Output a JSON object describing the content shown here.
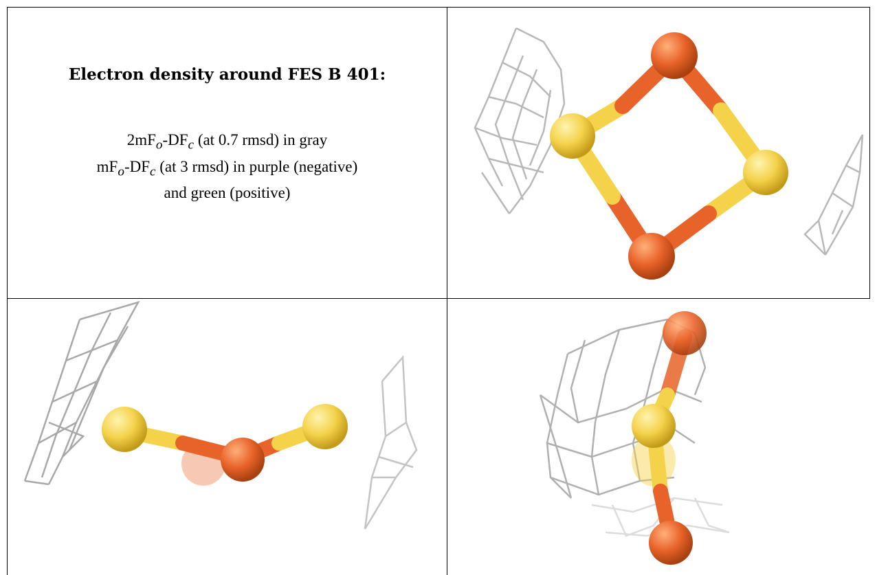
{
  "heading": "Electron density around FES B 401:",
  "legend": {
    "line1_a": "2mF",
    "line1_sub1": "o",
    "line1_b": "-DF",
    "line1_sub2": "c",
    "line1_c": " (at 0.7 rmsd) in gray",
    "line2_a": "mF",
    "line2_sub1": "o",
    "line2_b": "-DF",
    "line2_sub2": "c",
    "line2_c": " (at 3 rmsd) in purple (negative)",
    "line3": "and green (positive)"
  },
  "colors": {
    "iron": "#e8632a",
    "sulfur": "#f4d24a",
    "mesh": "#b4b4b4",
    "border": "#000000"
  },
  "panels": [
    {
      "name": "top-right-view",
      "view": "top"
    },
    {
      "name": "bottom-left-view",
      "view": "side"
    },
    {
      "name": "bottom-right-view",
      "view": "end"
    }
  ]
}
